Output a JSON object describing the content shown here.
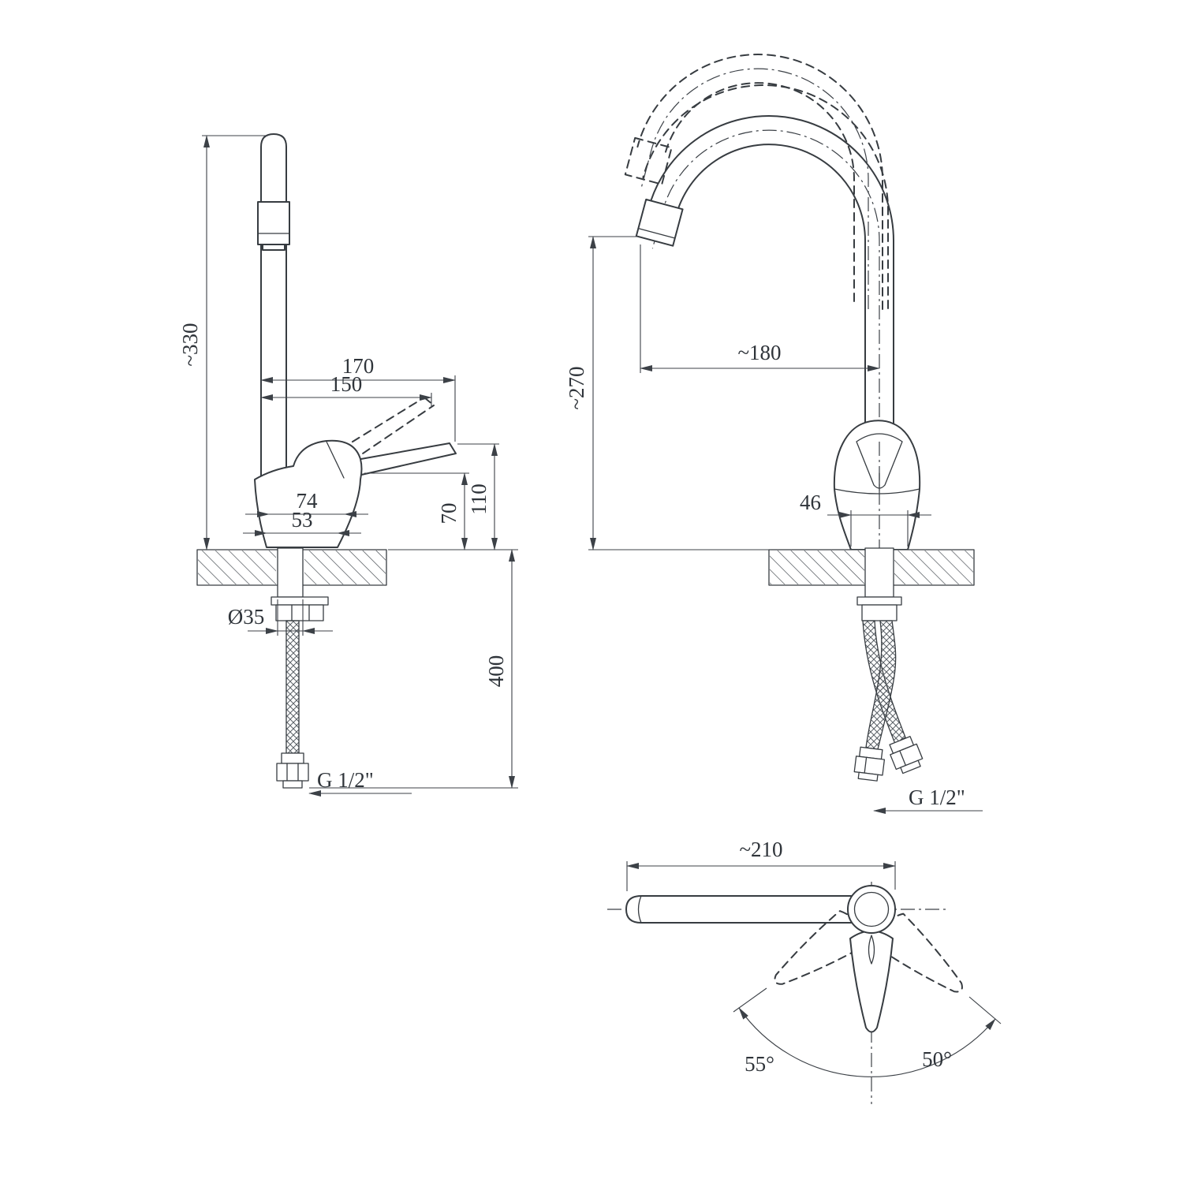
{
  "drawing": {
    "type": "technical-dimension-drawing",
    "subject": "single-lever kitchen sink mixer faucet, three orthographic views"
  },
  "views": {
    "side": {
      "labels": {
        "overall_height": "~330",
        "reach_outer": "170",
        "reach_inner": "150",
        "handle_height": "110",
        "body_height": "70",
        "body_width_top": "74",
        "body_width_base": "53",
        "mounting_hole": "Ø35",
        "hose_length": "400",
        "thread": "G 1/2\""
      }
    },
    "front": {
      "labels": {
        "spout_height": "~270",
        "spout_reach": "~180",
        "body_width": "46",
        "thread": "G 1/2\""
      }
    },
    "top": {
      "labels": {
        "spout_length": "~210",
        "swivel_left": "55°",
        "swivel_right": "50°"
      }
    }
  },
  "style": {
    "line_color": "#373c41",
    "dim_color": "#3c4147",
    "background": "#ffffff"
  }
}
